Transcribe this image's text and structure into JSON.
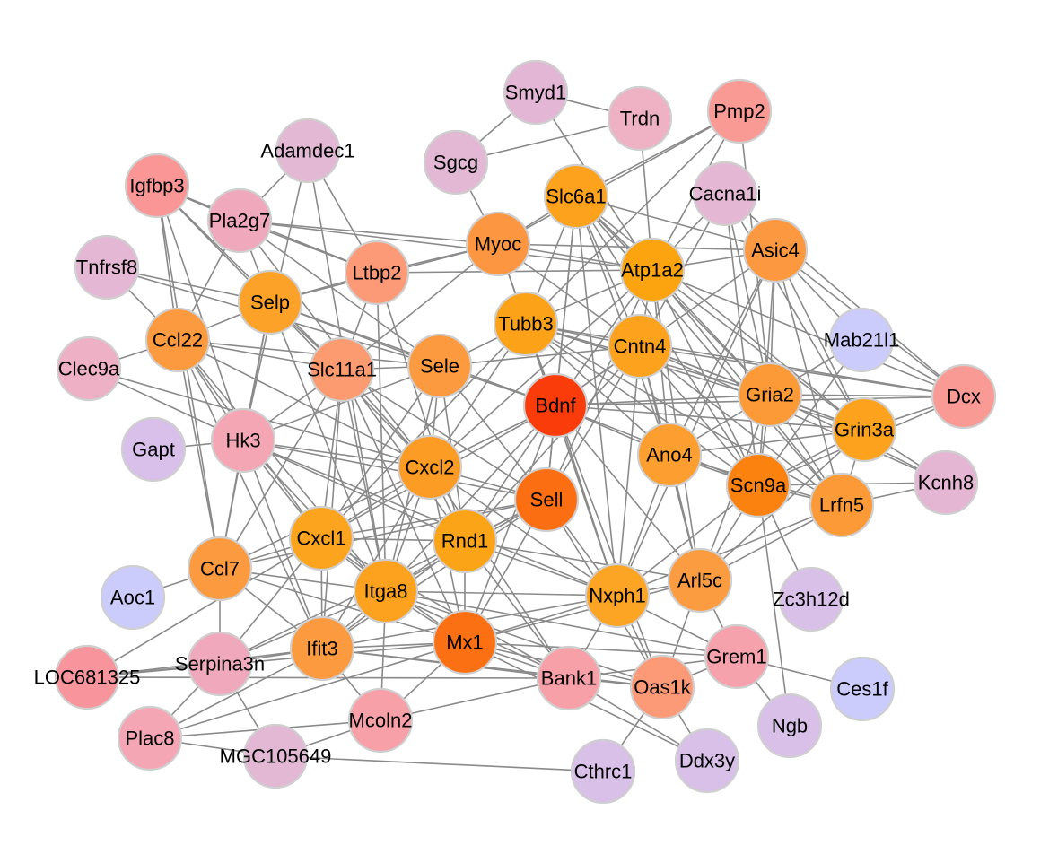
{
  "nodes": [
    {
      "id": "Smyd1",
      "label": "Smyd1",
      "color": "#e2b6d4"
    },
    {
      "id": "Trdn",
      "label": "Trdn",
      "color": "#eeb2c4"
    },
    {
      "id": "Pmp2",
      "label": "Pmp2",
      "color": "#fa9a94"
    },
    {
      "id": "Adamdec1",
      "label": "Adamdec1",
      "color": "#e2b8d4"
    },
    {
      "id": "Sgcg",
      "label": "Sgcg",
      "color": "#e2b8d4"
    },
    {
      "id": "Igfbp3",
      "label": "Igfbp3",
      "color": "#fa9696"
    },
    {
      "id": "Slc6a1",
      "label": "Slc6a1",
      "color": "#fca21c"
    },
    {
      "id": "Cacna1i",
      "label": "Cacna1i",
      "color": "#e4b8d4"
    },
    {
      "id": "Pla2g7",
      "label": "Pla2g7",
      "color": "#f0a8bc"
    },
    {
      "id": "Myoc",
      "label": "Myoc",
      "color": "#fc9640"
    },
    {
      "id": "Asic4",
      "label": "Asic4",
      "color": "#fc9840"
    },
    {
      "id": "Tnfrsf8",
      "label": "Tnfrsf8",
      "color": "#e4b8d4"
    },
    {
      "id": "Ltbp2",
      "label": "Ltbp2",
      "color": "#fc9a78"
    },
    {
      "id": "Atp1a2",
      "label": "Atp1a2",
      "color": "#fca410"
    },
    {
      "id": "Selp",
      "label": "Selp",
      "color": "#fca228"
    },
    {
      "id": "Mab21l1",
      "label": "Mab21l1",
      "color": "#ccccfc"
    },
    {
      "id": "Tubb3",
      "label": "Tubb3",
      "color": "#fca218"
    },
    {
      "id": "Ccl22",
      "label": "Ccl22",
      "color": "#fc9a40"
    },
    {
      "id": "Cntn4",
      "label": "Cntn4",
      "color": "#fca21c"
    },
    {
      "id": "Clec9a",
      "label": "Clec9a",
      "color": "#eeb0c4"
    },
    {
      "id": "Slc11a1",
      "label": "Slc11a1",
      "color": "#fc9a70"
    },
    {
      "id": "Sele",
      "label": "Sele",
      "color": "#fc9a40"
    },
    {
      "id": "Dcx",
      "label": "Dcx",
      "color": "#fa9a94"
    },
    {
      "id": "Gria2",
      "label": "Gria2",
      "color": "#fc9a38"
    },
    {
      "id": "Bdnf",
      "label": "Bdnf",
      "color": "#fa3c0a"
    },
    {
      "id": "Gapt",
      "label": "Gapt",
      "color": "#d8c0ea"
    },
    {
      "id": "Hk3",
      "label": "Hk3",
      "color": "#f4a6b4"
    },
    {
      "id": "Grin3a",
      "label": "Grin3a",
      "color": "#fca21c"
    },
    {
      "id": "Cxcl2",
      "label": "Cxcl2",
      "color": "#fc9c24"
    },
    {
      "id": "Ano4",
      "label": "Ano4",
      "color": "#fc9e30"
    },
    {
      "id": "Kcnh8",
      "label": "Kcnh8",
      "color": "#e4b6d4"
    },
    {
      "id": "Sell",
      "label": "Sell",
      "color": "#fc6e12"
    },
    {
      "id": "Scn9a",
      "label": "Scn9a",
      "color": "#fc8210"
    },
    {
      "id": "Lrfn5",
      "label": "Lrfn5",
      "color": "#fc9a38"
    },
    {
      "id": "Cxcl1",
      "label": "Cxcl1",
      "color": "#fca41e"
    },
    {
      "id": "Rnd1",
      "label": "Rnd1",
      "color": "#fca418"
    },
    {
      "id": "Ccl7",
      "label": "Ccl7",
      "color": "#fc9a40"
    },
    {
      "id": "Arl5c",
      "label": "Arl5c",
      "color": "#fc9c40"
    },
    {
      "id": "Aoc1",
      "label": "Aoc1",
      "color": "#ccccfc"
    },
    {
      "id": "Itga8",
      "label": "Itga8",
      "color": "#fca21e"
    },
    {
      "id": "Nxph1",
      "label": "Nxph1",
      "color": "#fca424"
    },
    {
      "id": "Zc3h12d",
      "label": "Zc3h12d",
      "color": "#d8c0e8"
    },
    {
      "id": "Mx1",
      "label": "Mx1",
      "color": "#fc7014"
    },
    {
      "id": "Ifit3",
      "label": "Ifit3",
      "color": "#fc9a40"
    },
    {
      "id": "Grem1",
      "label": "Grem1",
      "color": "#f6a2ac"
    },
    {
      "id": "LOC681325",
      "label": "LOC681325",
      "color": "#f8949c"
    },
    {
      "id": "Serpina3n",
      "label": "Serpina3n",
      "color": "#f0a8bc"
    },
    {
      "id": "Bank1",
      "label": "Bank1",
      "color": "#f8a0a8"
    },
    {
      "id": "Oas1k",
      "label": "Oas1k",
      "color": "#fc9a78"
    },
    {
      "id": "Ces1f",
      "label": "Ces1f",
      "color": "#ccccfc"
    },
    {
      "id": "Mcoln2",
      "label": "Mcoln2",
      "color": "#f8a0a8"
    },
    {
      "id": "Ngb",
      "label": "Ngb",
      "color": "#d8c0e8"
    },
    {
      "id": "Plac8",
      "label": "Plac8",
      "color": "#f4a6b4"
    },
    {
      "id": "MGC105649",
      "label": "MGC105649",
      "color": "#e2b8d4"
    },
    {
      "id": "Cthrc1",
      "label": "Cthrc1",
      "color": "#d8c0e8"
    },
    {
      "id": "Ddx3y",
      "label": "Ddx3y",
      "color": "#d8c0e8"
    }
  ],
  "edges": [
    [
      "Smyd1",
      "Sgcg"
    ],
    [
      "Smyd1",
      "Trdn"
    ],
    [
      "Smyd1",
      "Atp1a2"
    ],
    [
      "Trdn",
      "Sgcg"
    ],
    [
      "Trdn",
      "Atp1a2"
    ],
    [
      "Pmp2",
      "Slc6a1"
    ],
    [
      "Pmp2",
      "Atp1a2"
    ],
    [
      "Pmp2",
      "Myoc"
    ],
    [
      "Pmp2",
      "Tubb3"
    ],
    [
      "Pmp2",
      "Gria2"
    ],
    [
      "Adamdec1",
      "Pla2g7"
    ],
    [
      "Adamdec1",
      "Ltbp2"
    ],
    [
      "Adamdec1",
      "Hk3"
    ],
    [
      "Adamdec1",
      "Itga8"
    ],
    [
      "Sgcg",
      "Myoc"
    ],
    [
      "Igfbp3",
      "Pla2g7"
    ],
    [
      "Igfbp3",
      "Ltbp2"
    ],
    [
      "Igfbp3",
      "Selp"
    ],
    [
      "Igfbp3",
      "Ccl22"
    ],
    [
      "Igfbp3",
      "Hk3"
    ],
    [
      "Igfbp3",
      "Ccl7"
    ],
    [
      "Igfbp3",
      "Slc11a1"
    ],
    [
      "Slc6a1",
      "Myoc"
    ],
    [
      "Slc6a1",
      "Atp1a2"
    ],
    [
      "Slc6a1",
      "Tubb3"
    ],
    [
      "Slc6a1",
      "Cntn4"
    ],
    [
      "Slc6a1",
      "Bdnf"
    ],
    [
      "Slc6a1",
      "Asic4"
    ],
    [
      "Slc6a1",
      "Gria2"
    ],
    [
      "Slc6a1",
      "Grin3a"
    ],
    [
      "Slc6a1",
      "Scn9a"
    ],
    [
      "Slc6a1",
      "Ano4"
    ],
    [
      "Slc6a1",
      "Sell"
    ],
    [
      "Slc6a1",
      "Lrfn5"
    ],
    [
      "Slc6a1",
      "Nxph1"
    ],
    [
      "Cacna1i",
      "Atp1a2"
    ],
    [
      "Cacna1i",
      "Cntn4"
    ],
    [
      "Cacna1i",
      "Scn9a"
    ],
    [
      "Cacna1i",
      "Gria2"
    ],
    [
      "Cacna1i",
      "Grin3a"
    ],
    [
      "Cacna1i",
      "Dcx"
    ],
    [
      "Pla2g7",
      "Selp"
    ],
    [
      "Pla2g7",
      "Ltbp2"
    ],
    [
      "Pla2g7",
      "Myoc"
    ],
    [
      "Pla2g7",
      "Ccl22"
    ],
    [
      "Pla2g7",
      "Cxcl2"
    ],
    [
      "Pla2g7",
      "Sele"
    ],
    [
      "Pla2g7",
      "Atp1a2"
    ],
    [
      "Myoc",
      "Ltbp2"
    ],
    [
      "Myoc",
      "Atp1a2"
    ],
    [
      "Myoc",
      "Tubb3"
    ],
    [
      "Myoc",
      "Asic4"
    ],
    [
      "Myoc",
      "Bdnf"
    ],
    [
      "Myoc",
      "Slc11a1"
    ],
    [
      "Myoc",
      "Cntn4"
    ],
    [
      "Asic4",
      "Atp1a2"
    ],
    [
      "Asic4",
      "Gria2"
    ],
    [
      "Asic4",
      "Scn9a"
    ],
    [
      "Asic4",
      "Lrfn5"
    ],
    [
      "Asic4",
      "Ano4"
    ],
    [
      "Asic4",
      "Dcx"
    ],
    [
      "Asic4",
      "Grin3a"
    ],
    [
      "Asic4",
      "Bdnf"
    ],
    [
      "Asic4",
      "Nxph1"
    ],
    [
      "Tnfrsf8",
      "Selp"
    ],
    [
      "Tnfrsf8",
      "Ccl22"
    ],
    [
      "Tnfrsf8",
      "Sele"
    ],
    [
      "Ltbp2",
      "Selp"
    ],
    [
      "Ltbp2",
      "Slc11a1"
    ],
    [
      "Ltbp2",
      "Rnd1"
    ],
    [
      "Ltbp2",
      "Itga8"
    ],
    [
      "Ltbp2",
      "Atp1a2"
    ],
    [
      "Atp1a2",
      "Tubb3"
    ],
    [
      "Atp1a2",
      "Cntn4"
    ],
    [
      "Atp1a2",
      "Bdnf"
    ],
    [
      "Atp1a2",
      "Gria2"
    ],
    [
      "Atp1a2",
      "Grin3a"
    ],
    [
      "Atp1a2",
      "Scn9a"
    ],
    [
      "Atp1a2",
      "Sell"
    ],
    [
      "Atp1a2",
      "Cxcl2"
    ],
    [
      "Atp1a2",
      "Ano4"
    ],
    [
      "Atp1a2",
      "Lrfn5"
    ],
    [
      "Atp1a2",
      "Dcx"
    ],
    [
      "Atp1a2",
      "Arl5c"
    ],
    [
      "Selp",
      "Ccl22"
    ],
    [
      "Selp",
      "Sele"
    ],
    [
      "Selp",
      "Slc11a1"
    ],
    [
      "Selp",
      "Hk3"
    ],
    [
      "Selp",
      "Cxcl2"
    ],
    [
      "Selp",
      "Itga8"
    ],
    [
      "Selp",
      "Bdnf"
    ],
    [
      "Selp",
      "Ccl7"
    ],
    [
      "Selp",
      "Myoc"
    ],
    [
      "Mab21l1",
      "Scn9a"
    ],
    [
      "Mab21l1",
      "Dcx"
    ],
    [
      "Mab21l1",
      "Gria2"
    ],
    [
      "Mab21l1",
      "Asic4"
    ],
    [
      "Tubb3",
      "Cntn4"
    ],
    [
      "Tubb3",
      "Bdnf"
    ],
    [
      "Tubb3",
      "Sele"
    ],
    [
      "Tubb3",
      "Gria2"
    ],
    [
      "Tubb3",
      "Grin3a"
    ],
    [
      "Tubb3",
      "Scn9a"
    ],
    [
      "Tubb3",
      "Cxcl2"
    ],
    [
      "Tubb3",
      "Lrfn5"
    ],
    [
      "Tubb3",
      "Ano4"
    ],
    [
      "Tubb3",
      "Nxph1"
    ],
    [
      "Tubb3",
      "Cxcl1"
    ],
    [
      "Tubb3",
      "Dcx"
    ],
    [
      "Ccl22",
      "Clec9a"
    ],
    [
      "Ccl22",
      "Hk3"
    ],
    [
      "Ccl22",
      "Cxcl2"
    ],
    [
      "Ccl22",
      "Ccl7"
    ],
    [
      "Ccl22",
      "Cxcl1"
    ],
    [
      "Ccl22",
      "Itga8"
    ],
    [
      "Ccl22",
      "Slc11a1"
    ],
    [
      "Ccl22",
      "Ifit3"
    ],
    [
      "Ccl22",
      "Sele"
    ],
    [
      "Cntn4",
      "Bdnf"
    ],
    [
      "Cntn4",
      "Gria2"
    ],
    [
      "Cntn4",
      "Grin3a"
    ],
    [
      "Cntn4",
      "Scn9a"
    ],
    [
      "Cntn4",
      "Ano4"
    ],
    [
      "Cntn4",
      "Lrfn5"
    ],
    [
      "Cntn4",
      "Sell"
    ],
    [
      "Cntn4",
      "Kcnh8"
    ],
    [
      "Cntn4",
      "Dcx"
    ],
    [
      "Cntn4",
      "Nxph1"
    ],
    [
      "Cntn4",
      "Sele"
    ],
    [
      "Cntn4",
      "Arl5c"
    ],
    [
      "Cntn4",
      "Rnd1"
    ],
    [
      "Clec9a",
      "Hk3"
    ],
    [
      "Clec9a",
      "Cxcl2"
    ],
    [
      "Slc11a1",
      "Sele"
    ],
    [
      "Slc11a1",
      "Hk3"
    ],
    [
      "Slc11a1",
      "Cxcl2"
    ],
    [
      "Slc11a1",
      "Cxcl1"
    ],
    [
      "Slc11a1",
      "Ccl7"
    ],
    [
      "Slc11a1",
      "Itga8"
    ],
    [
      "Slc11a1",
      "Mx1"
    ],
    [
      "Slc11a1",
      "Rnd1"
    ],
    [
      "Slc11a1",
      "Ifit3"
    ],
    [
      "Slc11a1",
      "Sell"
    ],
    [
      "Sele",
      "Bdnf"
    ],
    [
      "Sele",
      "Cxcl2"
    ],
    [
      "Sele",
      "Cxcl1"
    ],
    [
      "Sele",
      "Sell"
    ],
    [
      "Sele",
      "Itga8"
    ],
    [
      "Sele",
      "Hk3"
    ],
    [
      "Sele",
      "Rnd1"
    ],
    [
      "Gria2",
      "Grin3a"
    ],
    [
      "Gria2",
      "Scn9a"
    ],
    [
      "Gria2",
      "Lrfn5"
    ],
    [
      "Gria2",
      "Bdnf"
    ],
    [
      "Gria2",
      "Ano4"
    ],
    [
      "Gria2",
      "Dcx"
    ],
    [
      "Gria2",
      "Kcnh8"
    ],
    [
      "Gria2",
      "Arl5c"
    ],
    [
      "Bdnf",
      "Cxcl2"
    ],
    [
      "Bdnf",
      "Sell"
    ],
    [
      "Bdnf",
      "Rnd1"
    ],
    [
      "Bdnf",
      "Cxcl1"
    ],
    [
      "Bdnf",
      "Itga8"
    ],
    [
      "Bdnf",
      "Nxph1"
    ],
    [
      "Bdnf",
      "Scn9a"
    ],
    [
      "Bdnf",
      "Grin3a"
    ],
    [
      "Bdnf",
      "Mx1"
    ],
    [
      "Bdnf",
      "Dcx"
    ],
    [
      "Bdnf",
      "Oas1k"
    ],
    [
      "Bdnf",
      "Arl5c"
    ],
    [
      "Bdnf",
      "Ano4"
    ],
    [
      "Gapt",
      "Hk3"
    ],
    [
      "Hk3",
      "Cxcl2"
    ],
    [
      "Hk3",
      "Itga8"
    ],
    [
      "Hk3",
      "Ccl7"
    ],
    [
      "Hk3",
      "Cxcl1"
    ],
    [
      "Hk3",
      "Sell"
    ],
    [
      "Hk3",
      "Ifit3"
    ],
    [
      "Hk3",
      "Nxph1"
    ],
    [
      "Hk3",
      "Rnd1"
    ],
    [
      "Grin3a",
      "Scn9a"
    ],
    [
      "Grin3a",
      "Lrfn5"
    ],
    [
      "Grin3a",
      "Ano4"
    ],
    [
      "Grin3a",
      "Dcx"
    ],
    [
      "Grin3a",
      "Kcnh8"
    ],
    [
      "Grin3a",
      "Arl5c"
    ],
    [
      "Cxcl2",
      "Sell"
    ],
    [
      "Cxcl2",
      "Cxcl1"
    ],
    [
      "Cxcl2",
      "Rnd1"
    ],
    [
      "Cxcl2",
      "Itga8"
    ],
    [
      "Cxcl2",
      "Mx1"
    ],
    [
      "Cxcl2",
      "Ifit3"
    ],
    [
      "Cxcl2",
      "Ccl7"
    ],
    [
      "Cxcl2",
      "Bank1"
    ],
    [
      "Cxcl2",
      "Nxph1"
    ],
    [
      "Ano4",
      "Scn9a"
    ],
    [
      "Ano4",
      "Lrfn5"
    ],
    [
      "Ano4",
      "Nxph1"
    ],
    [
      "Ano4",
      "Arl5c"
    ],
    [
      "Kcnh8",
      "Scn9a"
    ],
    [
      "Kcnh8",
      "Lrfn5"
    ],
    [
      "Sell",
      "Rnd1"
    ],
    [
      "Sell",
      "Cxcl1"
    ],
    [
      "Sell",
      "Itga8"
    ],
    [
      "Sell",
      "Mx1"
    ],
    [
      "Sell",
      "Nxph1"
    ],
    [
      "Sell",
      "Oas1k"
    ],
    [
      "Sell",
      "Ifit3"
    ],
    [
      "Sell",
      "Ccl7"
    ],
    [
      "Sell",
      "Serpina3n"
    ],
    [
      "Scn9a",
      "Lrfn5"
    ],
    [
      "Scn9a",
      "Nxph1"
    ],
    [
      "Scn9a",
      "Arl5c"
    ],
    [
      "Scn9a",
      "Ngb"
    ],
    [
      "Scn9a",
      "Zc3h12d"
    ],
    [
      "Scn9a",
      "Dcx"
    ],
    [
      "Lrfn5",
      "Arl5c"
    ],
    [
      "Lrfn5",
      "Nxph1"
    ],
    [
      "Cxcl1",
      "Rnd1"
    ],
    [
      "Cxcl1",
      "Itga8"
    ],
    [
      "Cxcl1",
      "Ccl7"
    ],
    [
      "Cxcl1",
      "Mx1"
    ],
    [
      "Cxcl1",
      "Ifit3"
    ],
    [
      "Cxcl1",
      "Serpina3n"
    ],
    [
      "Cxcl1",
      "LOC681325"
    ],
    [
      "Cxcl1",
      "Bank1"
    ],
    [
      "Rnd1",
      "Itga8"
    ],
    [
      "Rnd1",
      "Mx1"
    ],
    [
      "Rnd1",
      "Nxph1"
    ],
    [
      "Rnd1",
      "Ifit3"
    ],
    [
      "Rnd1",
      "Arl5c"
    ],
    [
      "Rnd1",
      "Bank1"
    ],
    [
      "Ccl7",
      "Aoc1"
    ],
    [
      "Ccl7",
      "Itga8"
    ],
    [
      "Ccl7",
      "Ifit3"
    ],
    [
      "Ccl7",
      "Mx1"
    ],
    [
      "Ccl7",
      "Serpina3n"
    ],
    [
      "Arl5c",
      "Nxph1"
    ],
    [
      "Arl5c",
      "Grem1"
    ],
    [
      "Arl5c",
      "Mx1"
    ],
    [
      "Arl5c",
      "Oas1k"
    ],
    [
      "Itga8",
      "Mx1"
    ],
    [
      "Itga8",
      "Ifit3"
    ],
    [
      "Itga8",
      "Nxph1"
    ],
    [
      "Itga8",
      "Bank1"
    ],
    [
      "Itga8",
      "Grem1"
    ],
    [
      "Itga8",
      "Mcoln2"
    ],
    [
      "Itga8",
      "Serpina3n"
    ],
    [
      "Itga8",
      "Oas1k"
    ],
    [
      "Nxph1",
      "Mx1"
    ],
    [
      "Nxph1",
      "Oas1k"
    ],
    [
      "Nxph1",
      "Grem1"
    ],
    [
      "Nxph1",
      "Bank1"
    ],
    [
      "Nxph1",
      "Ifit3"
    ],
    [
      "Mx1",
      "Ifit3"
    ],
    [
      "Mx1",
      "Bank1"
    ],
    [
      "Mx1",
      "Oas1k"
    ],
    [
      "Mx1",
      "LOC681325"
    ],
    [
      "Mx1",
      "Mcoln2"
    ],
    [
      "Mx1",
      "Plac8"
    ],
    [
      "Mx1",
      "Grem1"
    ],
    [
      "Mx1",
      "Ddx3y"
    ],
    [
      "Ifit3",
      "Serpina3n"
    ],
    [
      "Ifit3",
      "LOC681325"
    ],
    [
      "Ifit3",
      "Bank1"
    ],
    [
      "Ifit3",
      "Plac8"
    ],
    [
      "Ifit3",
      "Mcoln2"
    ],
    [
      "Ifit3",
      "Oas1k"
    ],
    [
      "Grem1",
      "Oas1k"
    ],
    [
      "Grem1",
      "Ces1f"
    ],
    [
      "Grem1",
      "Ngb"
    ],
    [
      "Grem1",
      "Bank1"
    ],
    [
      "LOC681325",
      "Bank1"
    ],
    [
      "LOC681325",
      "Serpina3n"
    ],
    [
      "Bank1",
      "Oas1k"
    ],
    [
      "Bank1",
      "Ddx3y"
    ],
    [
      "Bank1",
      "Mcoln2"
    ],
    [
      "Oas1k",
      "Cthrc1"
    ],
    [
      "Oas1k",
      "Ddx3y"
    ],
    [
      "Mcoln2",
      "Plac8"
    ],
    [
      "Mcoln2",
      "MGC105649"
    ],
    [
      "Plac8",
      "MGC105649"
    ],
    [
      "Plac8",
      "Serpina3n"
    ],
    [
      "MGC105649",
      "Cthrc1"
    ],
    [
      "MGC105649",
      "Serpina3n"
    ]
  ]
}
